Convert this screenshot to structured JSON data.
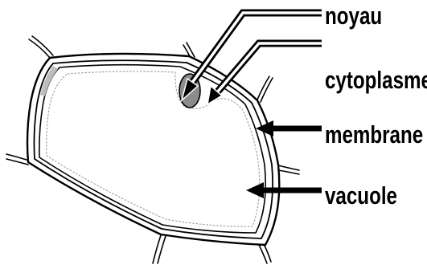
{
  "diagram": {
    "labels": {
      "noyau": "noyau",
      "cytoplasme": "cytoplasme",
      "membrane": "membrane",
      "vacuole": "vacuole"
    },
    "colors": {
      "line": "#000000",
      "cell_wall_fill": "#ffffff",
      "nucleus_fill": "#8c8c8c",
      "cytoplasm_boundary": "#9a9a9a",
      "background": "#ffffff"
    }
  }
}
